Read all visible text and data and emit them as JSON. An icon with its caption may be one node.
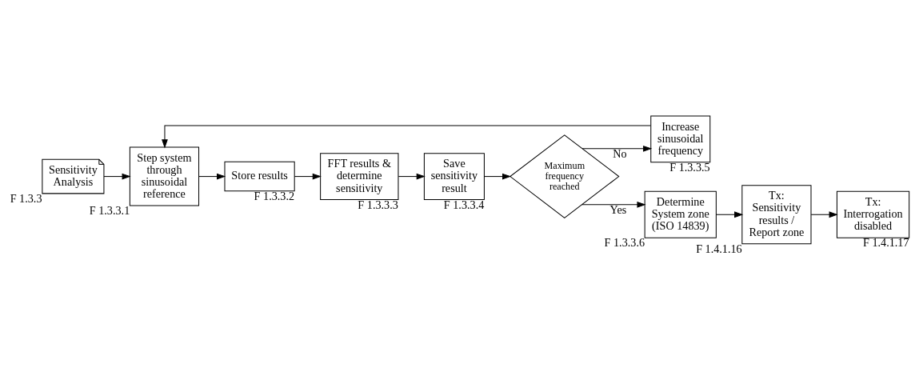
{
  "diagram": {
    "nodes": [
      {
        "text": [
          "Sensitivity Analysis"
        ],
        "beside": [
          "F 1.3.3"
        ]
      },
      {
        "text": [
          "Step system through sinusoidal reference"
        ],
        "beside": [
          "F 1.3.3.1"
        ]
      },
      {
        "text": [
          "Store results"
        ],
        "beside": [
          "F 1.3.3.2"
        ]
      },
      {
        "text": [
          "FFT results & determine sensitivity"
        ],
        "beside": [
          "F 1.3.3.3"
        ]
      },
      {
        "text": [
          "Save sensitivity result"
        ],
        "beside": [
          "F 1.3.3.4"
        ]
      },
      {
        "text": [
          "Maximum frequency reached"
        ]
      },
      {
        "text": [
          "Increase sinusoidal frequency"
        ],
        "beside": [
          "F 1.3.3.5"
        ]
      },
      {
        "text": [
          "Determine System zone (ISO 14839)"
        ],
        "beside": [
          "F 1.3.3.6"
        ]
      },
      {
        "text": [
          "Tx: Sensitivity results / Report zone"
        ],
        "beside": [
          "F 1.4.1.16"
        ]
      },
      {
        "text": [
          "Tx: Interrogation disabled"
        ],
        "beside": [
          "F 1.4.1.17"
        ]
      }
    ],
    "edges": [
      {
        "from": 0,
        "to": 1,
        "arrow": "to"
      },
      {
        "from": 1,
        "to": 2,
        "arrow": "to"
      },
      {
        "from": 2,
        "to": 3,
        "arrow": "to"
      },
      {
        "from": 3,
        "to": 4,
        "arrow": "to"
      },
      {
        "from": 4,
        "to": 5,
        "arrow": "to"
      },
      {
        "from": 5,
        "to": 6,
        "arrow": "to",
        "label": "No"
      },
      {
        "from": 6,
        "to": 1,
        "arrow": "to"
      },
      {
        "from": 5,
        "to": 7,
        "arrow": "to",
        "label": "Yes"
      },
      {
        "from": 7,
        "to": 8,
        "arrow": "to"
      },
      {
        "from": 8,
        "to": 9,
        "arrow": "to"
      }
    ]
  }
}
